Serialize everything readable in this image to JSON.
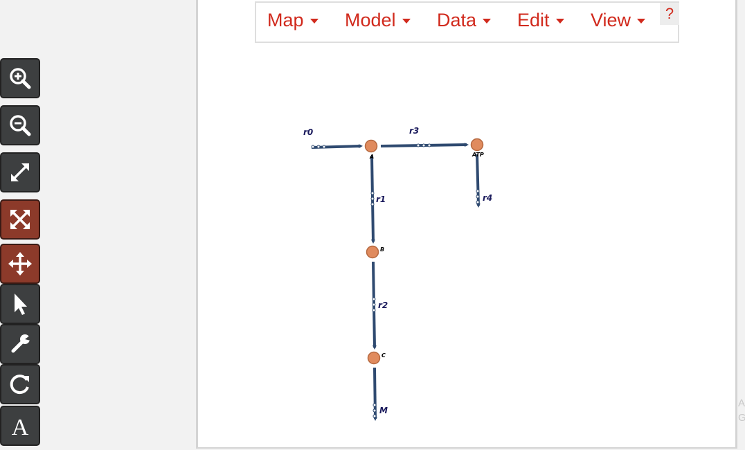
{
  "menus": [
    {
      "label": "Map"
    },
    {
      "label": "Model"
    },
    {
      "label": "Data"
    },
    {
      "label": "Edit"
    },
    {
      "label": "View"
    }
  ],
  "help_label": "?",
  "toolbar": [
    {
      "name": "zoom-in-icon",
      "active": false
    },
    {
      "name": "zoom-out-icon",
      "active": false
    },
    {
      "name": "zoom-extent-icon",
      "active": false
    },
    {
      "name": "fit-canvas-icon",
      "active": true
    },
    {
      "name": "pan-icon",
      "active": true
    },
    {
      "name": "select-pointer-icon",
      "active": false
    },
    {
      "name": "rotate-wrench-icon",
      "active": false
    },
    {
      "name": "refresh-icon",
      "active": false
    },
    {
      "name": "text-label-icon",
      "active": false
    }
  ],
  "colors": {
    "accent": "#d12a1d",
    "reaction": "#2f4a70",
    "metabolite": "#e08b5e",
    "metabolite_stroke": "#b5683f",
    "label": "#1a1a5c"
  },
  "reactions": [
    {
      "id": "r0",
      "label": "r0"
    },
    {
      "id": "r1",
      "label": "r1"
    },
    {
      "id": "r2",
      "label": "r2"
    },
    {
      "id": "r3",
      "label": "r3"
    },
    {
      "id": "r4",
      "label": "r4"
    },
    {
      "id": "rM",
      "label": "M"
    }
  ],
  "metabolites": [
    {
      "id": "A",
      "label": "A"
    },
    {
      "id": "B",
      "label": "B"
    },
    {
      "id": "C",
      "label": "C"
    },
    {
      "id": "ATP",
      "label": "ATP"
    }
  ],
  "edge_text": [
    "A",
    "G"
  ]
}
